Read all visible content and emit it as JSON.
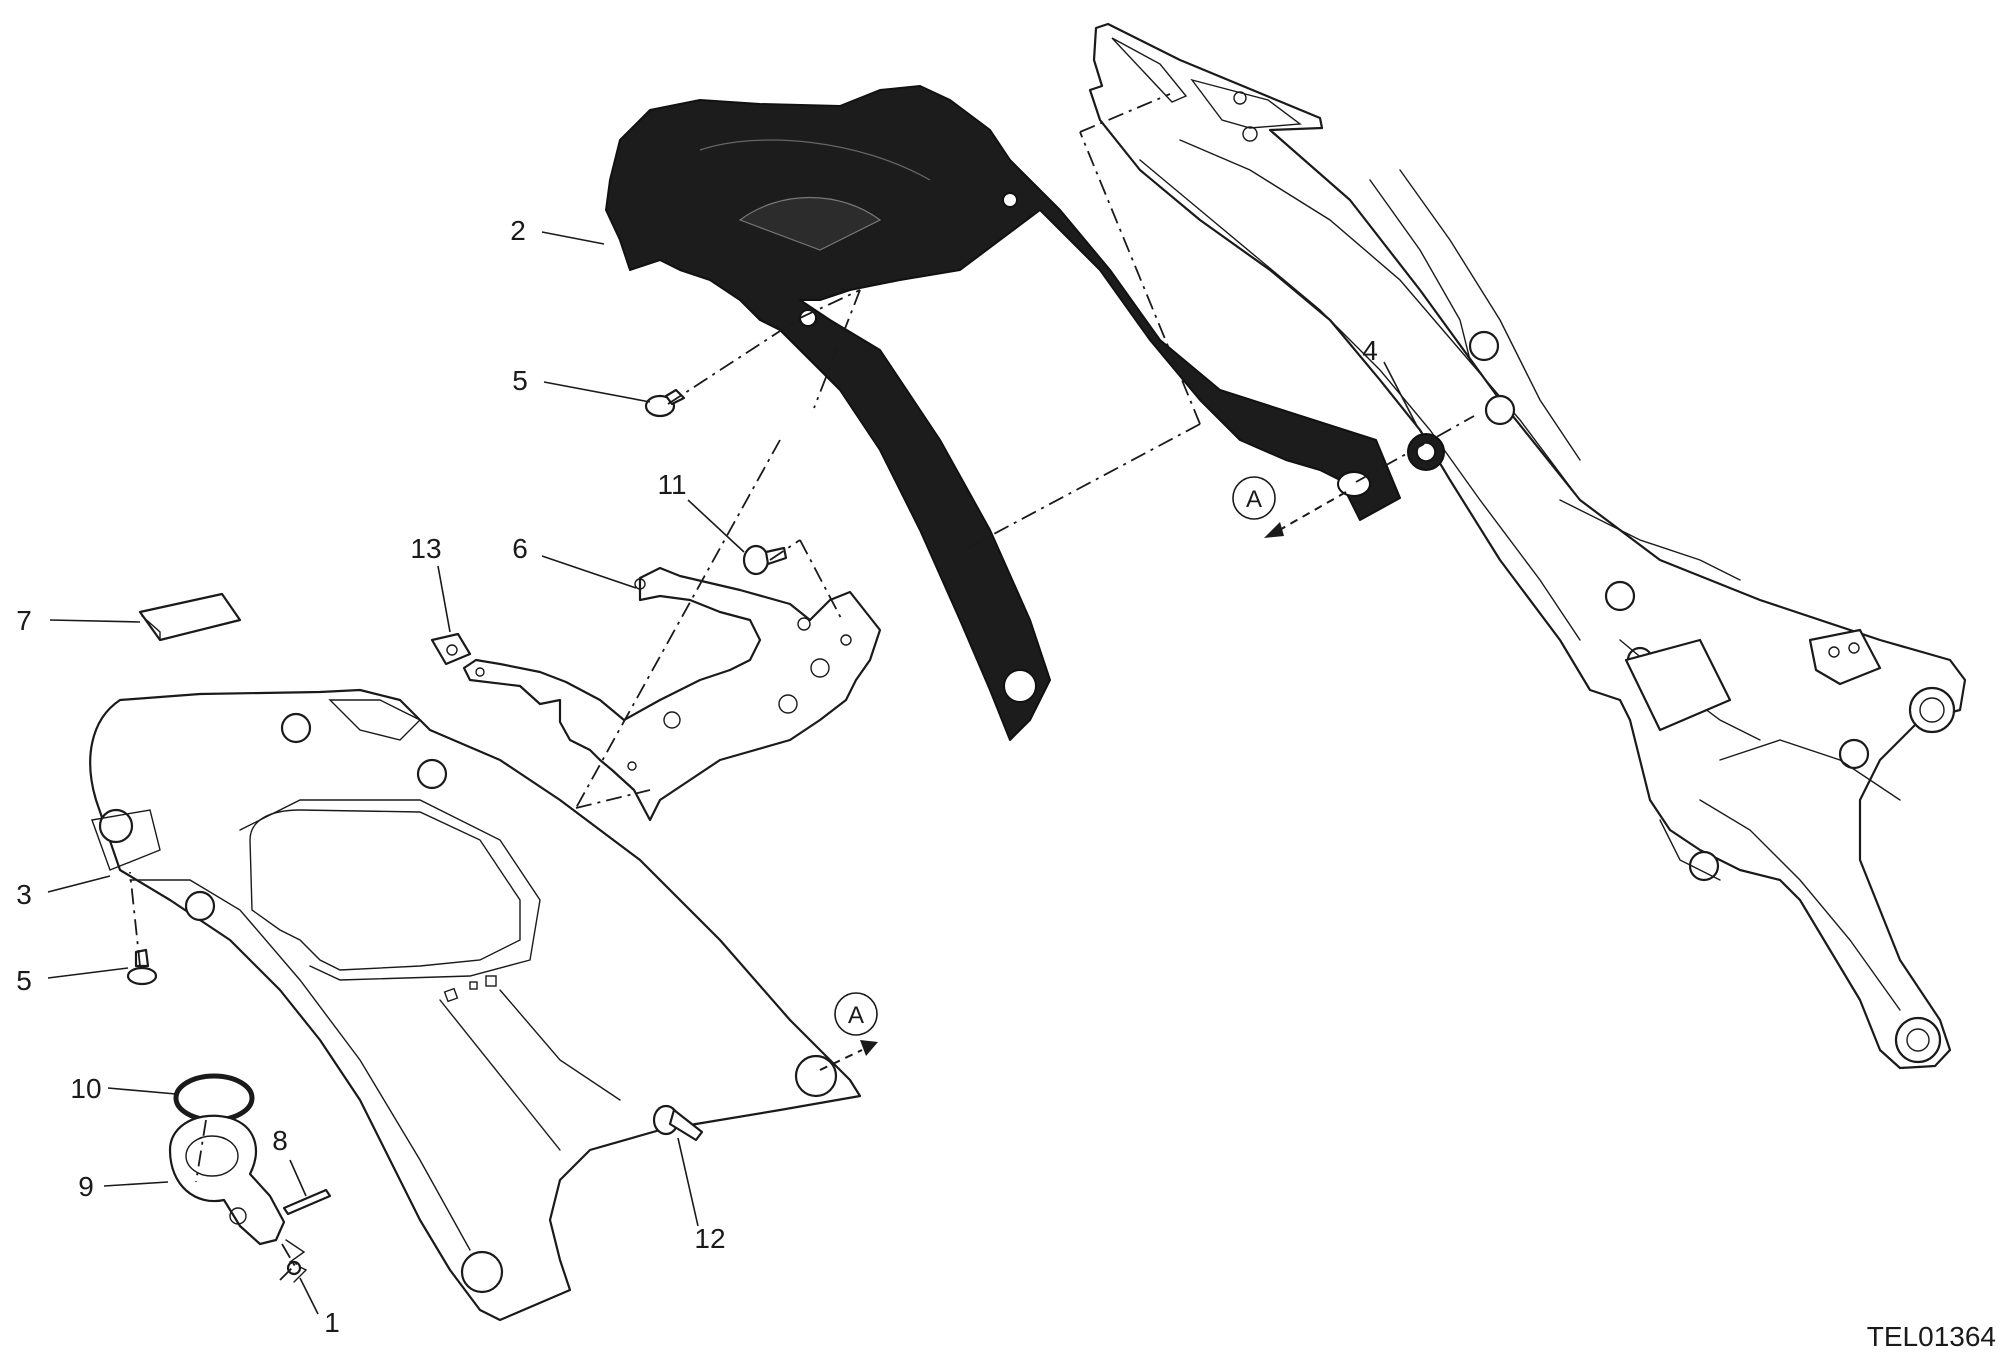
{
  "diagram": {
    "callouts": [
      {
        "id": "c1",
        "label": "1"
      },
      {
        "id": "c2",
        "label": "2"
      },
      {
        "id": "c3",
        "label": "3"
      },
      {
        "id": "c4",
        "label": "4"
      },
      {
        "id": "c5a",
        "label": "5"
      },
      {
        "id": "c5b",
        "label": "5"
      },
      {
        "id": "c6",
        "label": "6"
      },
      {
        "id": "c7",
        "label": "7"
      },
      {
        "id": "c8",
        "label": "8"
      },
      {
        "id": "c9",
        "label": "9"
      },
      {
        "id": "c10",
        "label": "10"
      },
      {
        "id": "c11",
        "label": "11"
      },
      {
        "id": "c12",
        "label": "12"
      },
      {
        "id": "c13",
        "label": "13"
      }
    ],
    "references": [
      {
        "id": "ra",
        "label": "A"
      },
      {
        "id": "rb",
        "label": "A"
      }
    ],
    "drawing_code": "TEL01364"
  }
}
